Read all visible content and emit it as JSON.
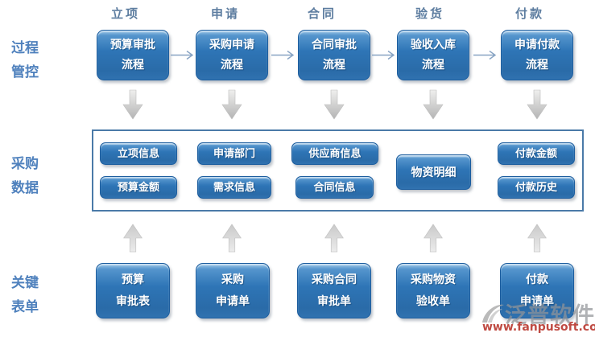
{
  "colors": {
    "box_fill": "#2e75b6",
    "box_border": "#1c5d9e",
    "container_border": "#4a7aa8",
    "thin_arrow": "#87a3c3",
    "block_arrow_light": "#efefef",
    "block_arrow_dark": "#b9b9b9",
    "header_text": "#5d7da0",
    "row_label_text": "#4f81bd",
    "watermark_text": "#919498",
    "watermark_url_text": "#bf4a42"
  },
  "row_labels": {
    "process": {
      "line1": "过程",
      "line2": "管控"
    },
    "data": {
      "line1": "采购",
      "line2": "数据"
    },
    "form": {
      "line1": "关键",
      "line2": "表单"
    }
  },
  "columns": [
    {
      "header": "立项",
      "process": {
        "line1": "预算审批",
        "line2": "流程"
      },
      "data": [
        "立项信息",
        "预算金额"
      ],
      "form": {
        "line1": "预算",
        "line2": "审批表"
      }
    },
    {
      "header": "申请",
      "process": {
        "line1": "采购申请",
        "line2": "流程"
      },
      "data": [
        "申请部门",
        "需求信息"
      ],
      "form": {
        "line1": "采购",
        "line2": "申请单"
      }
    },
    {
      "header": "合同",
      "process": {
        "line1": "合同审批",
        "line2": "流程"
      },
      "data": [
        "供应商信息",
        "合同信息"
      ],
      "form": {
        "line1": "采购合同",
        "line2": "审批单"
      }
    },
    {
      "header": "验货",
      "process": {
        "line1": "验收入库",
        "line2": "流程"
      },
      "data": [
        "物资明细"
      ],
      "form": {
        "line1": "采购物资",
        "line2": "验收单"
      }
    },
    {
      "header": "付款",
      "process": {
        "line1": "申请付款",
        "line2": "流程"
      },
      "data": [
        "付款金额",
        "付款历史"
      ],
      "form": {
        "line1": "付款",
        "line2": "申请单"
      }
    }
  ],
  "watermark": {
    "brand": "泛普软件",
    "url": "www.fanpusoft.com"
  }
}
